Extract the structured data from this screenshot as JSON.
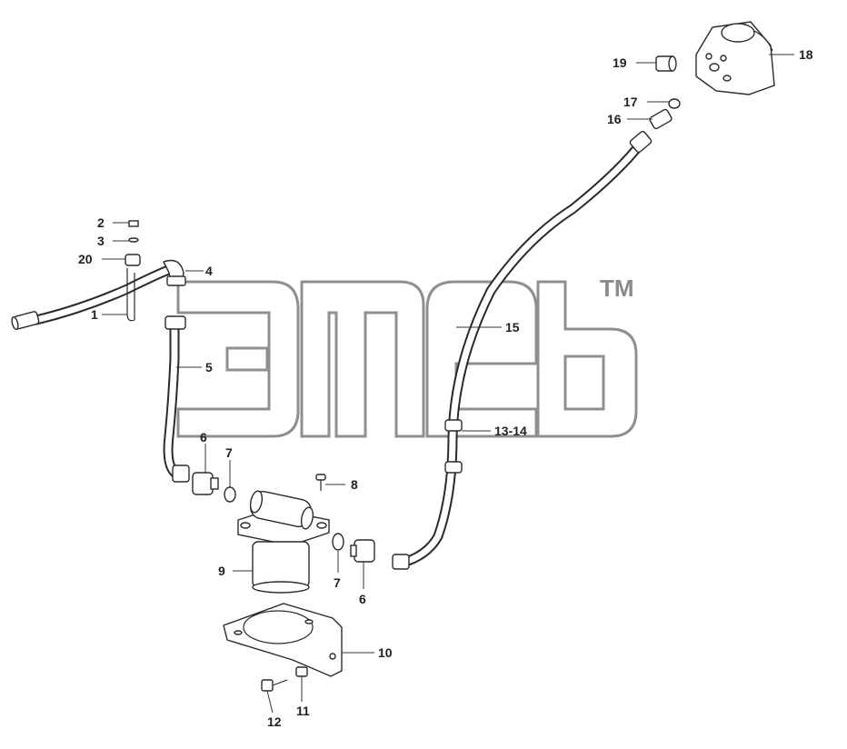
{
  "watermark": {
    "tm": "TM"
  },
  "callouts": [
    {
      "id": "c2",
      "label": "2"
    },
    {
      "id": "c3",
      "label": "3"
    },
    {
      "id": "c20",
      "label": "20"
    },
    {
      "id": "c1",
      "label": "1"
    },
    {
      "id": "c4",
      "label": "4"
    },
    {
      "id": "c5",
      "label": "5"
    },
    {
      "id": "c6a",
      "label": "6"
    },
    {
      "id": "c7a",
      "label": "7"
    },
    {
      "id": "c8",
      "label": "8"
    },
    {
      "id": "c9",
      "label": "9"
    },
    {
      "id": "c7b",
      "label": "7"
    },
    {
      "id": "c6b",
      "label": "6"
    },
    {
      "id": "c10",
      "label": "10"
    },
    {
      "id": "c11",
      "label": "11"
    },
    {
      "id": "c12",
      "label": "12"
    },
    {
      "id": "c15",
      "label": "15"
    },
    {
      "id": "c1314",
      "label": "13-14"
    },
    {
      "id": "c16",
      "label": "16"
    },
    {
      "id": "c17",
      "label": "17"
    },
    {
      "id": "c19",
      "label": "19"
    },
    {
      "id": "c18",
      "label": "18"
    }
  ]
}
